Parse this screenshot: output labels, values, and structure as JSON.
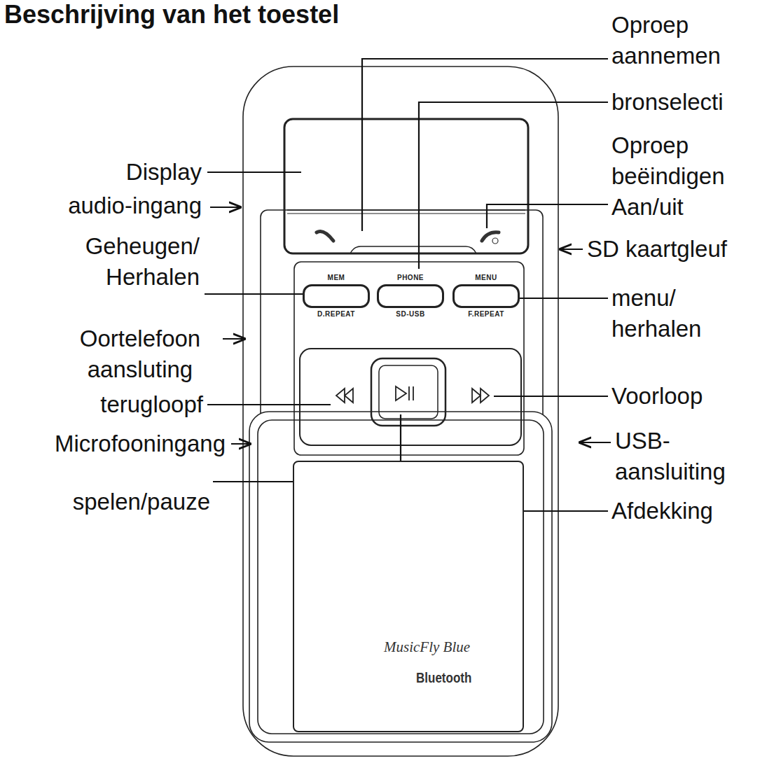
{
  "diagram": {
    "title": "Beschrijving van het toestel",
    "nodes": [
      {
        "text": [
          "MEM",
          "D.REPEAT"
        ]
      },
      {
        "text": [
          "PHONE",
          "SD-USB"
        ]
      },
      {
        "text": [
          "MENU",
          "F.REPEAT"
        ]
      },
      {
        "text": [
          "MusicFly Blue",
          "Bluetooth"
        ]
      }
    ],
    "labels": [
      "Oproep aannemen",
      "bronselecti",
      "Oproep beëindigen",
      "Aan/uit",
      "Display",
      "audio-ingang",
      "Geheugen/ Herhalen",
      "SD kaartgleuf",
      "menu/ herhalen",
      "Oortelefoon aansluting",
      "terugloopf",
      "Voorloop",
      "Microfooningang",
      "USB- aansluiting",
      "spelen/pauze",
      "Afdekking",
      "®"
    ]
  }
}
